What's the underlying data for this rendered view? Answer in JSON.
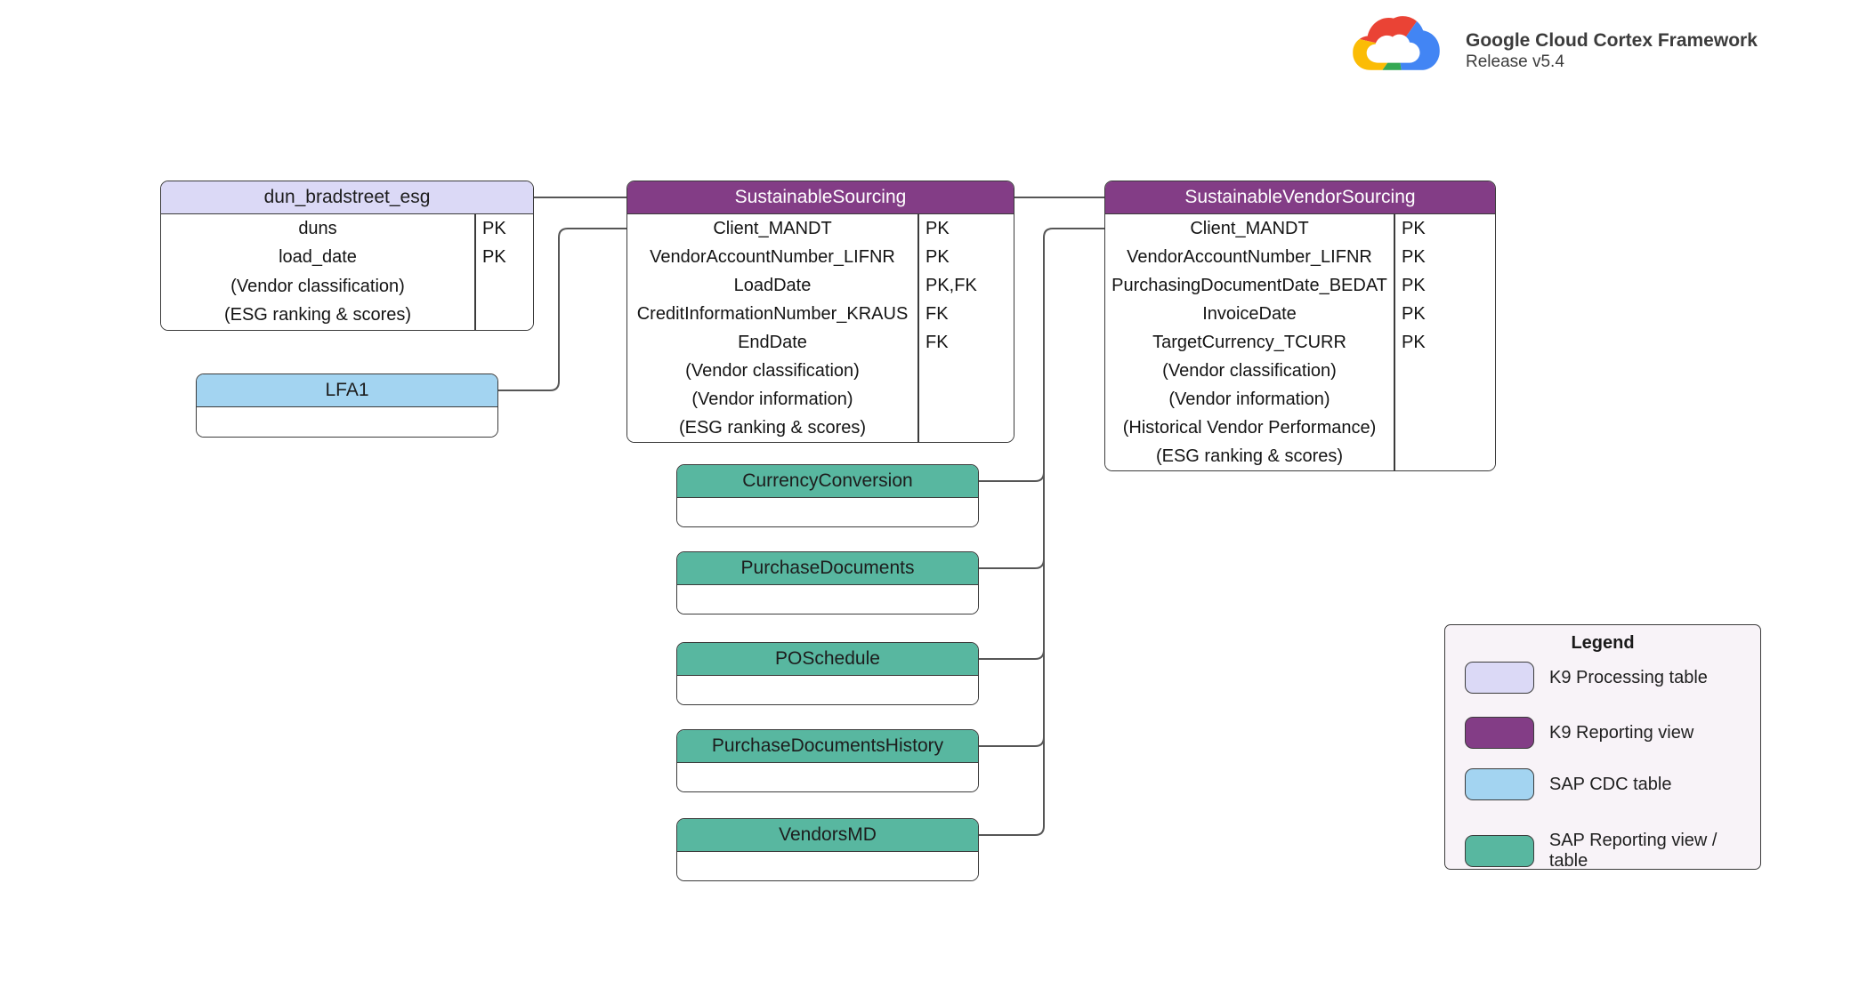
{
  "header": {
    "title": "Google Cloud Cortex Framework",
    "subtitle": "Release v5.4",
    "logo": "google-cloud-logo"
  },
  "colors": {
    "k9_processing_table": "#dbd9f6",
    "k9_reporting_view": "#833d86",
    "sap_cdc_table": "#a3d4f1",
    "sap_reporting_view_table": "#58b7a0",
    "legend_background": "#f8f3f8",
    "table_border": "#3b3b3b",
    "connector": "#565656"
  },
  "entities": [
    {
      "title": "dun_bradstreet_esg",
      "type": "K9 Processing table",
      "fields": [
        {
          "name": "duns",
          "key": "PK"
        },
        {
          "name": "load_date",
          "key": "PK"
        },
        {
          "name": "(Vendor classification)",
          "key": ""
        },
        {
          "name": "(ESG ranking & scores)",
          "key": ""
        }
      ]
    },
    {
      "title": "LFA1",
      "type": "SAP CDC table",
      "fields": []
    },
    {
      "title": "SustainableSourcing",
      "type": "K9 Reporting view",
      "fields": [
        {
          "name": "Client_MANDT",
          "key": "PK"
        },
        {
          "name": "VendorAccountNumber_LIFNR",
          "key": "PK"
        },
        {
          "name": "LoadDate",
          "key": "PK,FK"
        },
        {
          "name": "CreditInformationNumber_KRAUS",
          "key": "FK"
        },
        {
          "name": "EndDate",
          "key": "FK"
        },
        {
          "name": "(Vendor classification)",
          "key": ""
        },
        {
          "name": "(Vendor information)",
          "key": ""
        },
        {
          "name": "(ESG ranking & scores)",
          "key": ""
        }
      ]
    },
    {
      "title": "SustainableVendorSourcing",
      "type": "K9 Reporting view",
      "fields": [
        {
          "name": "Client_MANDT",
          "key": "PK"
        },
        {
          "name": "VendorAccountNumber_LIFNR",
          "key": "PK"
        },
        {
          "name": "PurchasingDocumentDate_BEDAT",
          "key": "PK"
        },
        {
          "name": "InvoiceDate",
          "key": "PK"
        },
        {
          "name": "TargetCurrency_TCURR",
          "key": "PK"
        },
        {
          "name": "(Vendor classification)",
          "key": ""
        },
        {
          "name": "(Vendor information)",
          "key": ""
        },
        {
          "name": "(Historical Vendor Performance)",
          "key": ""
        },
        {
          "name": "(ESG ranking & scores)",
          "key": ""
        }
      ]
    },
    {
      "title": "CurrencyConversion",
      "type": "SAP Reporting view / table",
      "fields": []
    },
    {
      "title": "PurchaseDocuments",
      "type": "SAP Reporting view / table",
      "fields": []
    },
    {
      "title": "POSchedule",
      "type": "SAP Reporting view / table",
      "fields": []
    },
    {
      "title": "PurchaseDocumentsHistory",
      "type": "SAP Reporting view / table",
      "fields": []
    },
    {
      "title": "VendorsMD",
      "type": "SAP Reporting view / table",
      "fields": []
    }
  ],
  "legend": {
    "title": "Legend",
    "items": [
      {
        "label": "K9 Processing table"
      },
      {
        "label": "K9 Reporting view"
      },
      {
        "label": "SAP CDC table"
      },
      {
        "label": "SAP Reporting view / table"
      }
    ]
  }
}
